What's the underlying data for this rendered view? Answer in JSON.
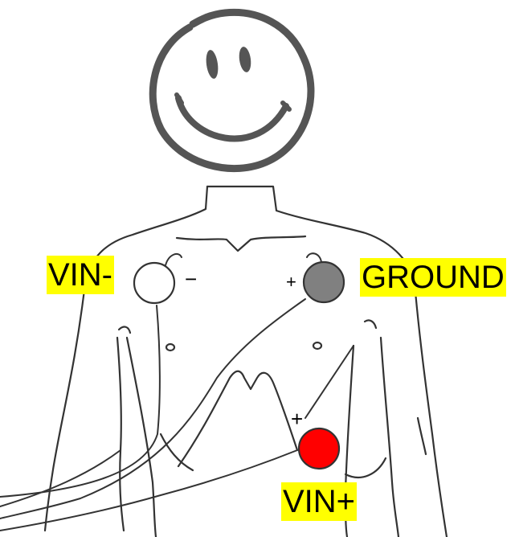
{
  "labels": {
    "vin_minus": "VIN-",
    "ground": "GROUND",
    "vin_plus": "VIN+"
  },
  "polarity": {
    "vin_minus_sign": "−",
    "ground_sign": "+",
    "vin_plus_sign": "+"
  },
  "colors": {
    "label_highlight": "#ffff00",
    "electrode_vin_minus": "#ffffff",
    "electrode_ground": "#808080",
    "electrode_vin_plus": "#ff0000",
    "face": "#555555",
    "outline": "#333333"
  },
  "icons": {
    "face": "smiley-face-icon"
  }
}
